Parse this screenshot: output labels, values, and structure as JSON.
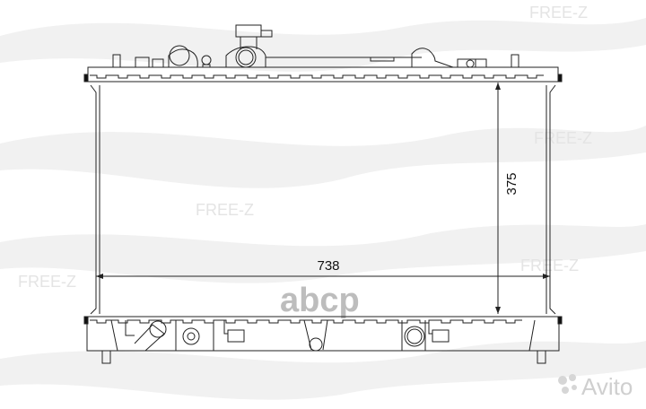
{
  "drawing": {
    "subject": "radiator",
    "dimensions": {
      "width_label": "738",
      "height_label": "375"
    }
  },
  "watermarks": {
    "brand": "FREE-Z",
    "center_logo": "abcp",
    "corner_logo": "Avito"
  },
  "colors": {
    "line": "#222222",
    "watermark": "#e4e4e4"
  }
}
